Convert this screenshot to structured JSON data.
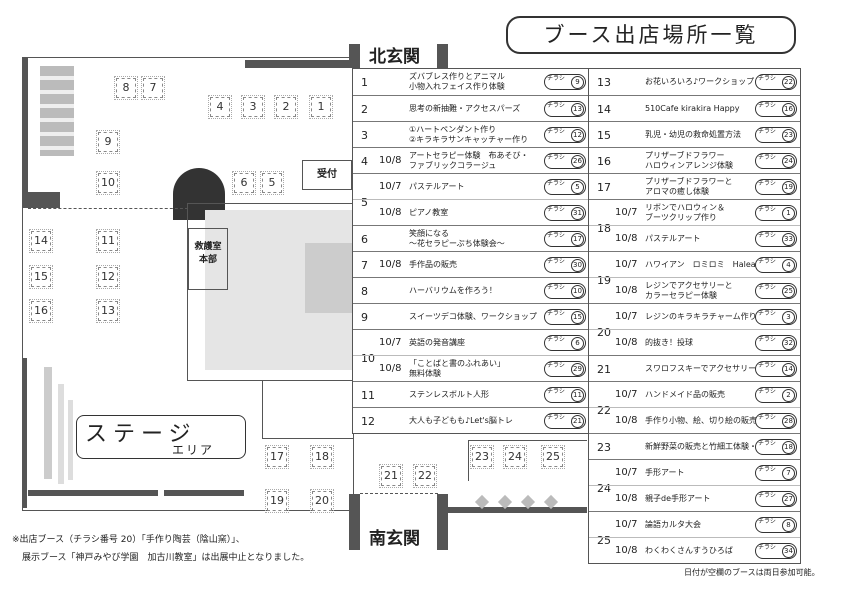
{
  "title": "ブース出店場所一覧",
  "gates": {
    "north": "北玄関",
    "south": "南玄関"
  },
  "rooms": {
    "reception": "受付",
    "first_aid_1": "救護室",
    "first_aid_2": "本部"
  },
  "stage": {
    "line1": "ステージ",
    "line2": "エリア"
  },
  "chip_label": "チラシ番号",
  "map_booths": [
    "8",
    "7",
    "4",
    "3",
    "2",
    "1",
    "9",
    "10",
    "6",
    "5",
    "14",
    "11",
    "15",
    "12",
    "16",
    "13",
    "17",
    "18",
    "19",
    "20",
    "21",
    "22",
    "23",
    "24",
    "25"
  ],
  "left_rows": [
    {
      "n": "1",
      "d": "",
      "label": "ズバブレス作りとアニマル\n小物入れフェイス作り体験",
      "c": "9"
    },
    {
      "n": "2",
      "d": "",
      "label": "思考の新抽難・アクセスパーズ",
      "c": "13"
    },
    {
      "n": "3",
      "d": "",
      "label": "①ハートペンダント作り\n②キラキラサンキャッチャー作り",
      "c": "12"
    },
    {
      "n": "4",
      "d": "10/8",
      "label": "アートセラピー体験　布あそび・\nファブリックコラージュ",
      "c": "26"
    },
    {
      "n": "5",
      "d": "10/7",
      "label": "パステルアート",
      "c": "5"
    },
    {
      "n": "",
      "d": "10/8",
      "label": "ピアノ教室",
      "c": "31"
    },
    {
      "n": "6",
      "d": "",
      "label": "笑顔になる\n～花セラピーぷち体験会～",
      "c": "17"
    },
    {
      "n": "7",
      "d": "10/8",
      "label": "手作品の販売",
      "c": "30"
    },
    {
      "n": "8",
      "d": "",
      "label": "ハーバリウムを作ろう！",
      "c": "10"
    },
    {
      "n": "9",
      "d": "",
      "label": "スイーツデコ体験、ワークショップ",
      "c": "15"
    },
    {
      "n": "10",
      "d": "10/7",
      "label": "英語の発音講座",
      "c": "6"
    },
    {
      "n": "",
      "d": "10/8",
      "label": "「ことばと書のふれあい」\n無料体験",
      "c": "29"
    },
    {
      "n": "11",
      "d": "",
      "label": "ステンレスボルト人形",
      "c": "11"
    },
    {
      "n": "12",
      "d": "",
      "label": "大人も子どもも♪Let's脳トレ",
      "c": "21"
    }
  ],
  "right_rows": [
    {
      "n": "13",
      "d": "",
      "label": "お花いろいろ♪ワークショップ",
      "c": "22"
    },
    {
      "n": "14",
      "d": "",
      "label": "510Cafe kirakira Happy",
      "c": "16"
    },
    {
      "n": "15",
      "d": "",
      "label": "乳児・幼児の救命処置方法",
      "c": "23"
    },
    {
      "n": "16",
      "d": "",
      "label": "プリザーブドフラワー\nハロウィンアレンジ体験",
      "c": "24"
    },
    {
      "n": "17",
      "d": "",
      "label": "プリザーブドフラワーと\nアロマの癒し体験",
      "c": "19"
    },
    {
      "n": "18",
      "d": "10/7",
      "label": "リボンでハロウィン＆\nブーツクリップ作り",
      "c": "1"
    },
    {
      "n": "",
      "d": "10/8",
      "label": "パステルアート",
      "c": "33"
    },
    {
      "n": "19",
      "d": "10/7",
      "label": "ハワイアン　ロミロミ　Haleakala",
      "c": "4"
    },
    {
      "n": "",
      "d": "10/8",
      "label": "レジンでアクセサリーと\nカラーセラピー体験",
      "c": "25"
    },
    {
      "n": "20",
      "d": "10/7",
      "label": "レジンのキラキラチャーム作り",
      "c": "3"
    },
    {
      "n": "",
      "d": "10/8",
      "label": "的抜き！投球",
      "c": "32"
    },
    {
      "n": "21",
      "d": "",
      "label": "スワロフスキーでアクセサリー作り",
      "c": "14"
    },
    {
      "n": "22",
      "d": "10/7",
      "label": "ハンドメイド品の販売",
      "c": "2"
    },
    {
      "n": "",
      "d": "10/8",
      "label": "手作り小物、絵、切り絵の販売",
      "c": "28"
    },
    {
      "n": "23",
      "d": "",
      "label": "新鮮野菜の販売と竹細工体験・販売",
      "c": "18"
    },
    {
      "n": "24",
      "d": "10/7",
      "label": "手形アート",
      "c": "7"
    },
    {
      "n": "",
      "d": "10/8",
      "label": "親子de手形アート",
      "c": "27"
    },
    {
      "n": "25",
      "d": "10/7",
      "label": "論語カルタ大会",
      "c": "8"
    },
    {
      "n": "",
      "d": "10/8",
      "label": "わくわくさんすうひろば",
      "c": "34"
    }
  ],
  "notes": {
    "line1": "※出店ブース（チラシ番号 20）「手作り陶芸（陰山窯）」、",
    "line2": "展示ブース「神戸みやび学園　加古川教室」は出展中止となりました。",
    "right": "日付が空欄のブースは両日参加可能。"
  }
}
